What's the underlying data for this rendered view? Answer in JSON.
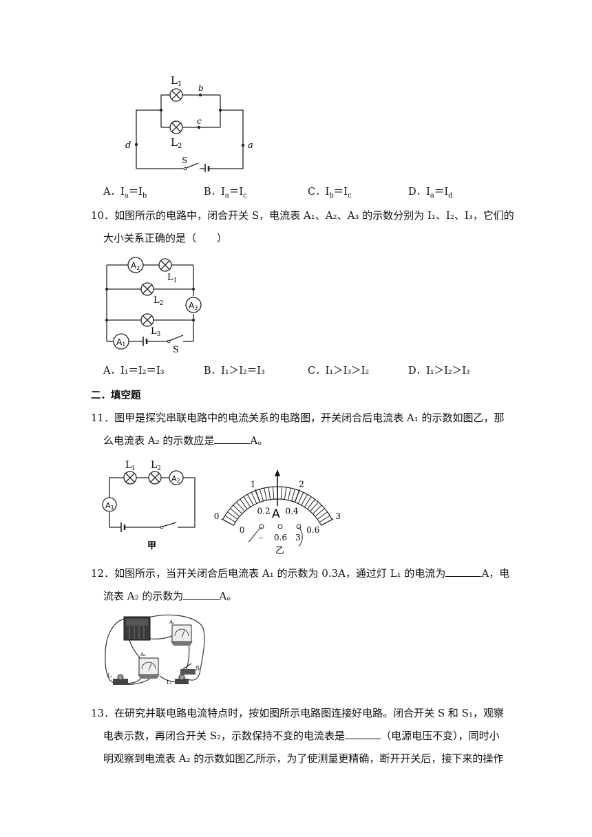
{
  "fig9": {
    "labels": {
      "l1": "L",
      "l1_sub": "1",
      "l2": "L",
      "l2_sub": "2",
      "b": "b",
      "c": "c",
      "d": "d",
      "a": "a",
      "s": "S"
    }
  },
  "q9_options": {
    "a": "A．I",
    "a_s1": "a",
    "a_mid": "＝I",
    "a_s2": "b",
    "b": "B．I",
    "b_s1": "a",
    "b_mid": "＝I",
    "b_s2": "c",
    "c": "C．I",
    "c_s1": "b",
    "c_mid": "＝I",
    "c_s2": "c",
    "d": "D．I",
    "d_s1": "a",
    "d_mid": "＝I",
    "d_s2": "d"
  },
  "q10": {
    "line1": "10．如图所示的电路中，闭合开关 S，电流表 A₁、A₂、A₃ 的示数分别为 I₁、I₂、I₃，它们的",
    "line2": "大小关系正确的是（　　）",
    "fig": {
      "a1": "A",
      "a1_sub": "1",
      "a2": "A",
      "a2_sub": "2",
      "a3": "A",
      "a3_sub": "3",
      "l1": "L",
      "l1_sub": "1",
      "l2": "L",
      "l2_sub": "2",
      "l3": "L",
      "l3_sub": "3",
      "s": "S"
    },
    "options": {
      "a": "A．I₁＝I₂＝I₃",
      "b": "B．I₁＞I₂＝I₃",
      "c": "C．I₁＞I₃＞I₂",
      "d": "D．I₁＞I₂＞I₃"
    }
  },
  "section2": {
    "title": "二．填空题"
  },
  "q11": {
    "line1": "11．图甲是探究串联电路中的电流关系的电路图，开关闭合后电流表 A₁ 的示数如图乙，那",
    "line2_pre": "么电流表 A₂ 的示数应是",
    "line2_post": "A。",
    "fig_jia": {
      "l1": "L",
      "l1_sub": "1",
      "l2": "L",
      "l2_sub": "2",
      "a2": "A",
      "a2_sub": "2",
      "a1": "A",
      "a1_sub": "1",
      "caption": "甲"
    },
    "fig_yi": {
      "ticks_outer": [
        "0",
        "1",
        "2",
        "3"
      ],
      "ticks_inner": [
        "0",
        "0.2",
        "0.4",
        "0.6"
      ],
      "unit": "A",
      "terminals": [
        "–",
        "0.6",
        "3"
      ],
      "caption": "乙"
    }
  },
  "q12": {
    "line1_pre": "12．如图所示，当开关闭合后电流表 A₁ 的示数为 0.3A，通过灯 L₁ 的电流为",
    "line1_post": "A，电",
    "line2_pre": "流表 A₂ 的示数为",
    "line2_post": "A。",
    "photo": {
      "a1": "A₁",
      "a2": "A₂",
      "l1": "L₁",
      "l2": "L₂",
      "s": "S"
    }
  },
  "q13": {
    "line1": "13．在研究并联电路电流特点时，按如图所示电路图连接好电路。闭合开关 S 和 S₁，观察",
    "line2_pre": "电表示数，再闭合开关 S₂，示数保持不变的电流表是",
    "line2_post": "（电源电压不变），同时小",
    "line3": "明观察到电流表 A₂ 的示数如图乙所示，为了使测量更精确，断开开关后，接下来的操作"
  }
}
